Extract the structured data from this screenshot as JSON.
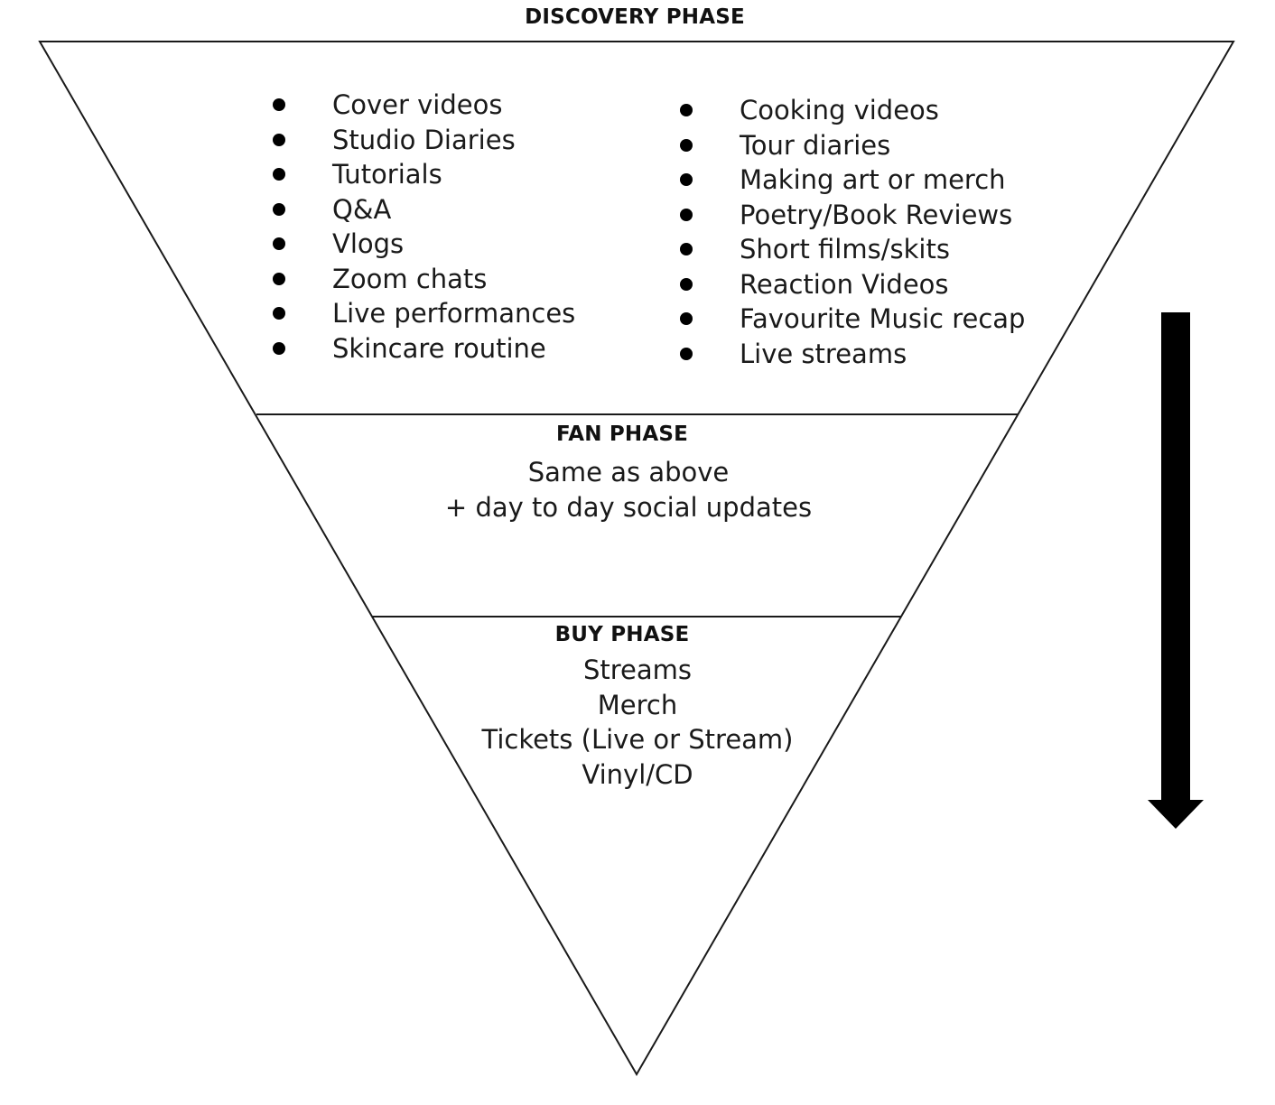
{
  "discovery": {
    "heading": "DISCOVERY PHASE",
    "left_items": [
      "Cover videos",
      "Studio Diaries",
      "Tutorials",
      "Q&A",
      "Vlogs",
      "Zoom chats",
      "Live performances",
      "Skincare routine"
    ],
    "right_items": [
      "Cooking videos",
      "Tour diaries",
      "Making art or merch",
      "Poetry/Book Reviews",
      "Short films/skits",
      "Reaction Videos",
      "Favourite Music recap",
      "Live streams"
    ]
  },
  "fan": {
    "heading": "FAN PHASE",
    "lines": [
      "Same as above",
      "+ day to day social updates"
    ]
  },
  "buy": {
    "heading": "BUY PHASE",
    "lines": [
      "Streams",
      "Merch",
      "Tickets (Live or Stream)",
      "Vinyl/CD"
    ]
  },
  "colors": {
    "line": "#1a1a1a",
    "arrow": "#000000",
    "bullet": "#000000"
  },
  "icons": {
    "side_arrow": "down-arrow-icon"
  }
}
